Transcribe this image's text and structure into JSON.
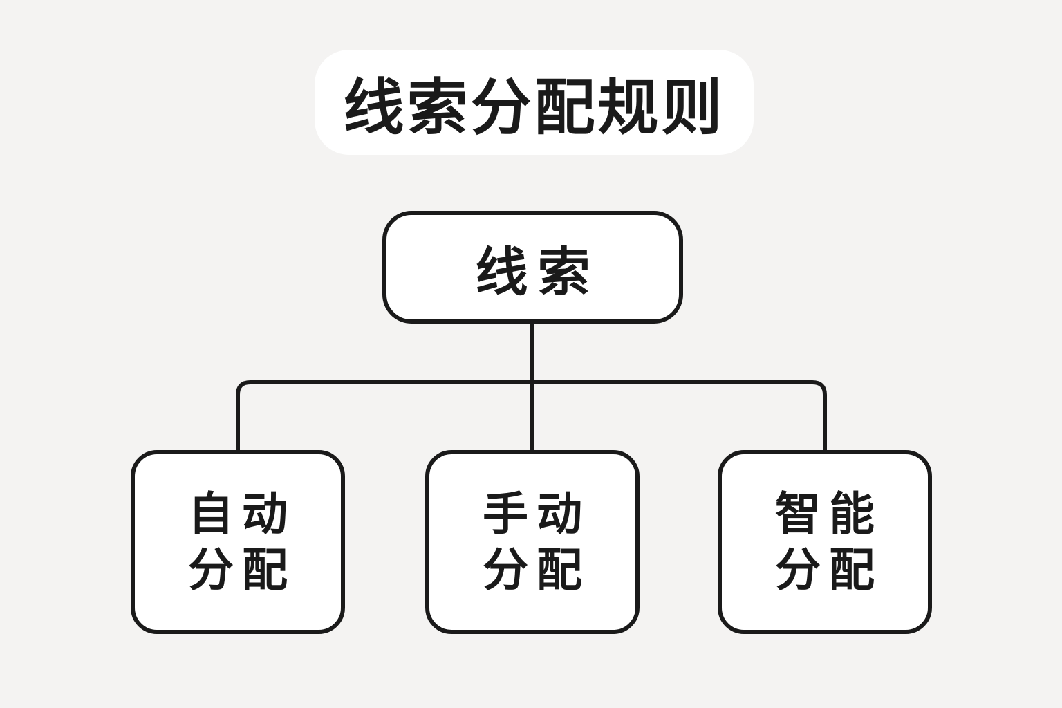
{
  "diagram": {
    "title": "线索分配规则",
    "root": {
      "label": "线索"
    },
    "children": [
      {
        "label_line1": "自动",
        "label_line2": "分配"
      },
      {
        "label_line1": "手动",
        "label_line2": "分配"
      },
      {
        "label_line1": "智能",
        "label_line2": "分配"
      }
    ]
  },
  "colors": {
    "background": "#f4f3f2",
    "node_fill": "#ffffff",
    "line": "#1a1a1a",
    "text": "#1a1a1a"
  }
}
